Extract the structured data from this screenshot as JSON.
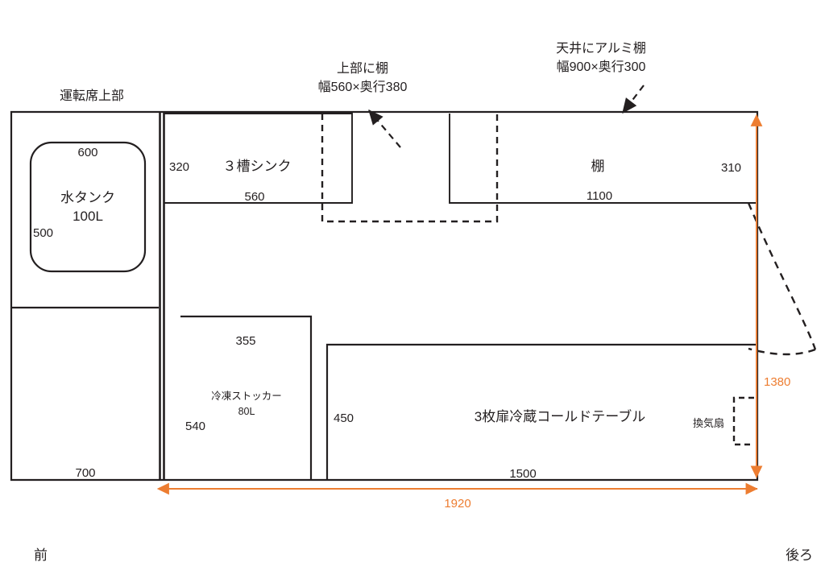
{
  "diagram": {
    "title_note_driver_seat": "運転席上部",
    "orientation": {
      "front_label": "前",
      "rear_label": "後ろ"
    },
    "accent_color": "#ED7D31",
    "line_color": "#231f20",
    "annotations": [
      {
        "name": "upper-shelf-note",
        "line1": "上部に棚",
        "line2": "幅560×奥行380"
      },
      {
        "name": "ceiling-aluminum-shelf-note",
        "line1": "天井にアルミ棚",
        "line2": "幅900×奥行300"
      }
    ],
    "fixtures": [
      {
        "name": "water-tank",
        "label_line1": "水タンク",
        "label_line2": "100L",
        "dim_width": "600",
        "dim_depth": "500"
      },
      {
        "name": "three-basin-sink",
        "label": "３槽シンク",
        "dim_depth": "320",
        "dim_width": "560"
      },
      {
        "name": "shelf",
        "label": "棚",
        "dim_depth": "310",
        "dim_width": "1100"
      },
      {
        "name": "freezer-stocker",
        "label_line1": "冷凍ストッカー",
        "label_line2": "80L",
        "dim_width": "355",
        "dim_depth": "540"
      },
      {
        "name": "cold-table",
        "label": "3枚扉冷蔵コールドテーブル",
        "dim_depth": "450",
        "dim_width": "1500"
      },
      {
        "name": "ventilation-fan",
        "label": "換気扇"
      },
      {
        "name": "driver-cabin-area",
        "dim_width": "700"
      }
    ],
    "overall_dimensions": [
      {
        "name": "overall-length",
        "value": "1920",
        "orientation": "horizontal"
      },
      {
        "name": "overall-width",
        "value": "1380",
        "orientation": "vertical"
      }
    ]
  }
}
